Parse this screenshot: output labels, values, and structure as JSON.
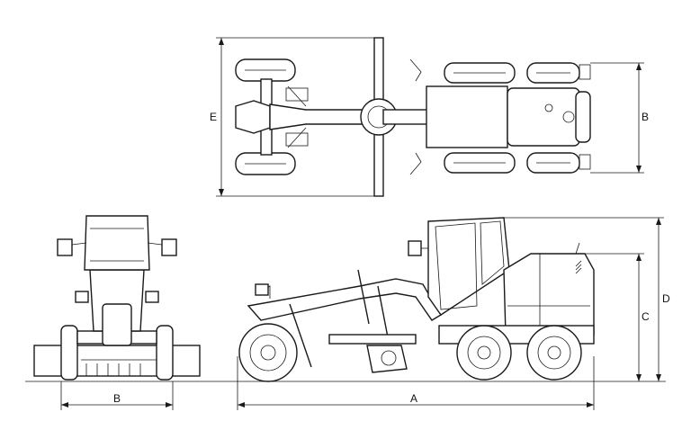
{
  "dimension_labels": {
    "a": "A",
    "b_top": "B",
    "b_front": "B",
    "c": "C",
    "d": "D",
    "e": "E"
  },
  "views": [
    "top-view",
    "front-view",
    "side-view"
  ]
}
